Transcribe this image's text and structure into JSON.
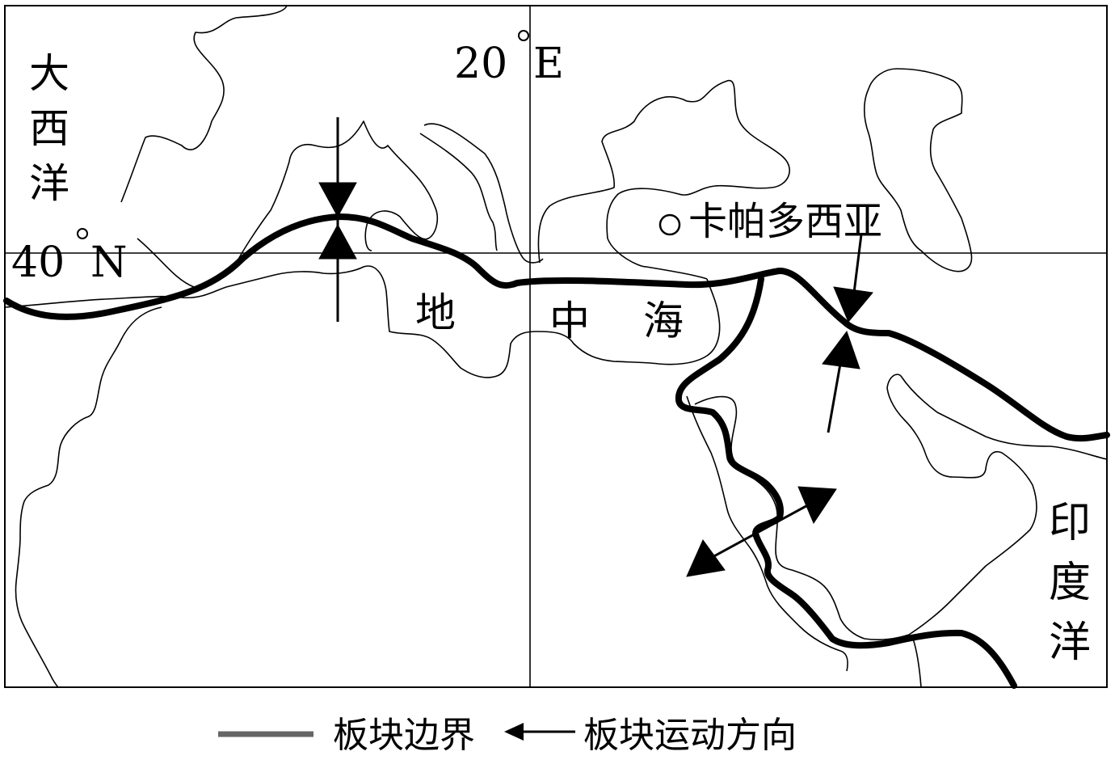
{
  "map": {
    "coordinates": {
      "meridian_value": "20",
      "meridian_suffix": "E",
      "parallel_value": "40",
      "parallel_suffix": "N"
    },
    "labels": {
      "atlantic": [
        "大",
        "西",
        "洋"
      ],
      "mediterranean": [
        "地",
        "中",
        "海"
      ],
      "cappadocia": "卡帕多西亚",
      "indian_ocean": [
        "印",
        "度",
        "洋"
      ]
    }
  },
  "legend": {
    "boundary_label": "板块边界",
    "direction_label": "板块运动方向"
  },
  "colors": {
    "ink": "#000000",
    "legend_line": "#666666"
  }
}
